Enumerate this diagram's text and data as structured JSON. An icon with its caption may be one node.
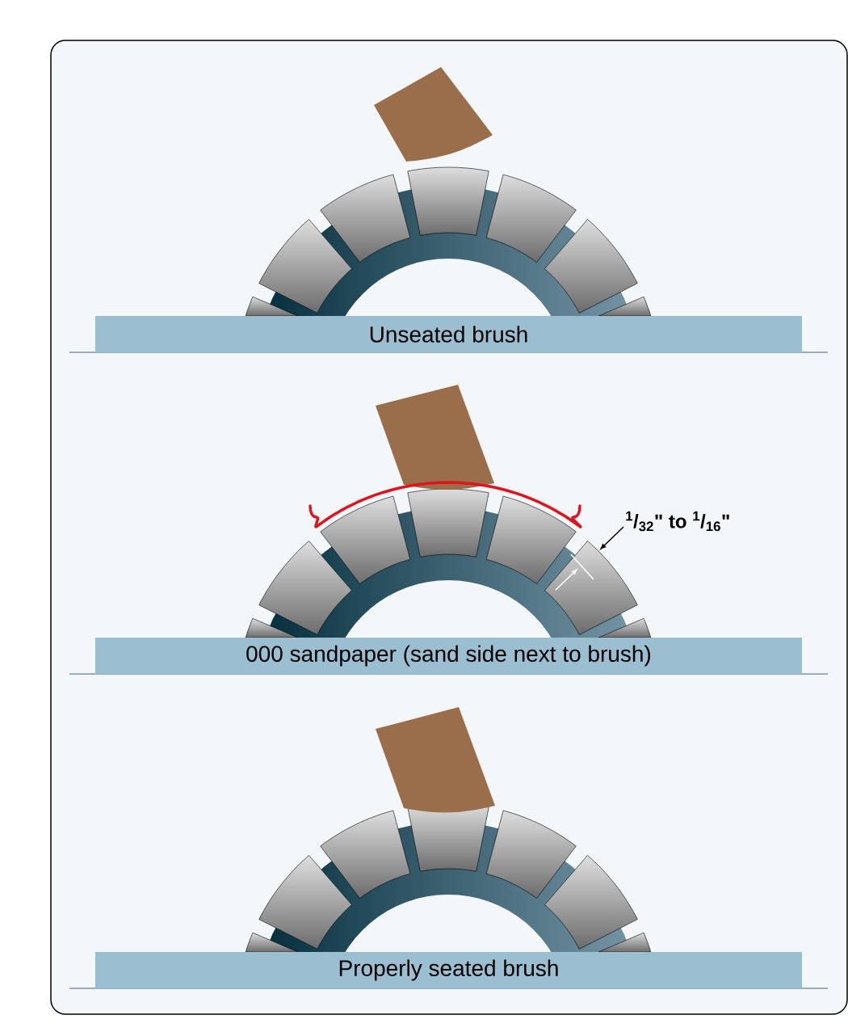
{
  "diagram": {
    "nodes": [
      {
        "text": [
          "Unseated brush"
        ]
      },
      {
        "text": [
          "000 sandpaper (sand side next to brush)"
        ]
      },
      {
        "text": [
          "Properly seated brush"
        ]
      }
    ],
    "labels": [
      "$^{1}$/$_{32}$\" to $^{1}$/$_{16}$\""
    ]
  }
}
